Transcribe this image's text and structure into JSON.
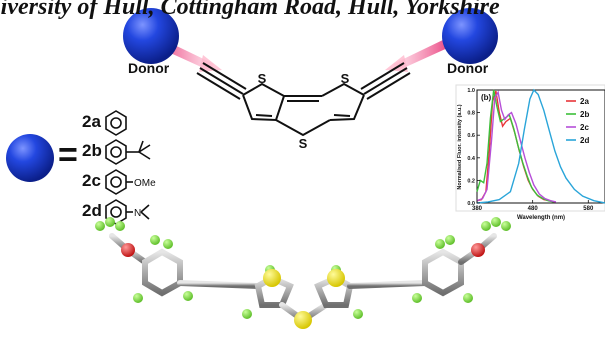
{
  "header_text": "University of Hull, Cottingham Road, Hull, Yorkshire",
  "donor_labels": [
    "Donor",
    "Donor"
  ],
  "ring_atoms": {
    "sulfur": "S"
  },
  "compounds": [
    {
      "id": "2a",
      "substituent": ""
    },
    {
      "id": "2b",
      "substituent": ""
    },
    {
      "id": "2c",
      "substituent": "OMe"
    },
    {
      "id": "2d",
      "substituent": "N"
    }
  ],
  "equals_sign": "=",
  "colors": {
    "sphere": "#1e3fd1",
    "arrow": "#e8397a",
    "sulfur": "#e6d400",
    "oxygen": "#d42020",
    "fluorine": "#7fd63a"
  },
  "chart_data": {
    "type": "line",
    "panel_label": "(b)",
    "title": "",
    "xlabel": "Wavelength (nm)",
    "ylabel": "Normalised Fluor. intensity (a.u.)",
    "xlim": [
      380,
      610
    ],
    "ylim": [
      0,
      1.0
    ],
    "xticks": [
      380,
      480,
      580
    ],
    "yticks": [
      0.0,
      0.2,
      0.4,
      0.6,
      0.8,
      1.0
    ],
    "legend_position": "top-right",
    "series": [
      {
        "name": "2a",
        "color": "#e8353a",
        "x": [
          380,
          388,
          396,
          402,
          408,
          414,
          420,
          426,
          432,
          440,
          448,
          456,
          464,
          472,
          480,
          490,
          500,
          510,
          520
        ],
        "y": [
          0.02,
          0.03,
          0.1,
          0.45,
          0.9,
          0.99,
          0.8,
          0.68,
          0.72,
          0.75,
          0.62,
          0.46,
          0.32,
          0.2,
          0.12,
          0.06,
          0.03,
          0.02,
          0.01
        ]
      },
      {
        "name": "2b",
        "color": "#3cbf3a",
        "x": [
          380,
          386,
          392,
          398,
          404,
          410,
          416,
          422,
          430,
          438,
          446,
          454,
          462,
          470,
          478,
          488,
          498,
          508,
          518
        ],
        "y": [
          0.1,
          0.2,
          0.18,
          0.35,
          0.75,
          1.0,
          0.85,
          0.72,
          0.75,
          0.78,
          0.66,
          0.5,
          0.36,
          0.24,
          0.14,
          0.07,
          0.04,
          0.02,
          0.01
        ]
      },
      {
        "name": "2c",
        "color": "#b64fd8",
        "x": [
          380,
          390,
          398,
          406,
          412,
          418,
          424,
          430,
          436,
          442,
          450,
          458,
          466,
          474,
          482,
          492,
          502,
          512,
          522
        ],
        "y": [
          0.02,
          0.04,
          0.12,
          0.55,
          0.93,
          0.98,
          0.82,
          0.74,
          0.78,
          0.8,
          0.7,
          0.55,
          0.4,
          0.27,
          0.16,
          0.08,
          0.04,
          0.02,
          0.01
        ]
      },
      {
        "name": "2d",
        "color": "#2aa5d9",
        "x": [
          380,
          400,
          420,
          440,
          455,
          465,
          475,
          482,
          490,
          500,
          510,
          520,
          530,
          540,
          555,
          570,
          590,
          610
        ],
        "y": [
          0.0,
          0.01,
          0.03,
          0.1,
          0.35,
          0.65,
          0.92,
          1.0,
          0.96,
          0.82,
          0.64,
          0.46,
          0.32,
          0.22,
          0.12,
          0.06,
          0.02,
          0.0
        ]
      }
    ]
  }
}
